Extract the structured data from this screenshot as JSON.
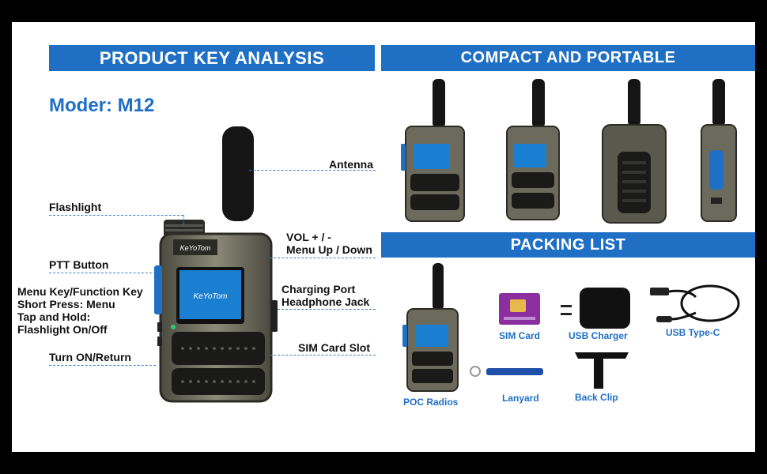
{
  "banners": {
    "key_analysis": "PRODUCT KEY ANALYSIS",
    "compact": "COMPACT AND PORTABLE",
    "packing": "PACKING LIST"
  },
  "model_label": "Moder: M12",
  "brand": "KeYoTom",
  "callouts": {
    "antenna": "Antenna",
    "flashlight": "Flashlight",
    "vol": "VOL + / -",
    "menu_up_down": "Menu Up / Down",
    "ptt": "PTT Button",
    "menu_key": "Menu Key/Function Key",
    "short_press": "Short Press: Menu",
    "tap_hold": "Tap and Hold:",
    "flashlight_onoff": "Flashlight On/Off",
    "charging_port": "Charging Port",
    "headphone_jack": "Headphone Jack",
    "turn_on": "Turn ON/Return",
    "sim_slot": "SIM Card Slot"
  },
  "packing_items": {
    "sim_card": "SIM Card",
    "usb_charger": "USB Charger",
    "usb_typec": "USB Type-C",
    "poc_radios": "POC Radios",
    "lanyard": "Lanyard",
    "back_clip": "Back Clip"
  },
  "colors": {
    "brand_blue": "#1f6fc5",
    "radio_body": "#6b6a5c",
    "screen_blue": "#1b7fd1"
  }
}
